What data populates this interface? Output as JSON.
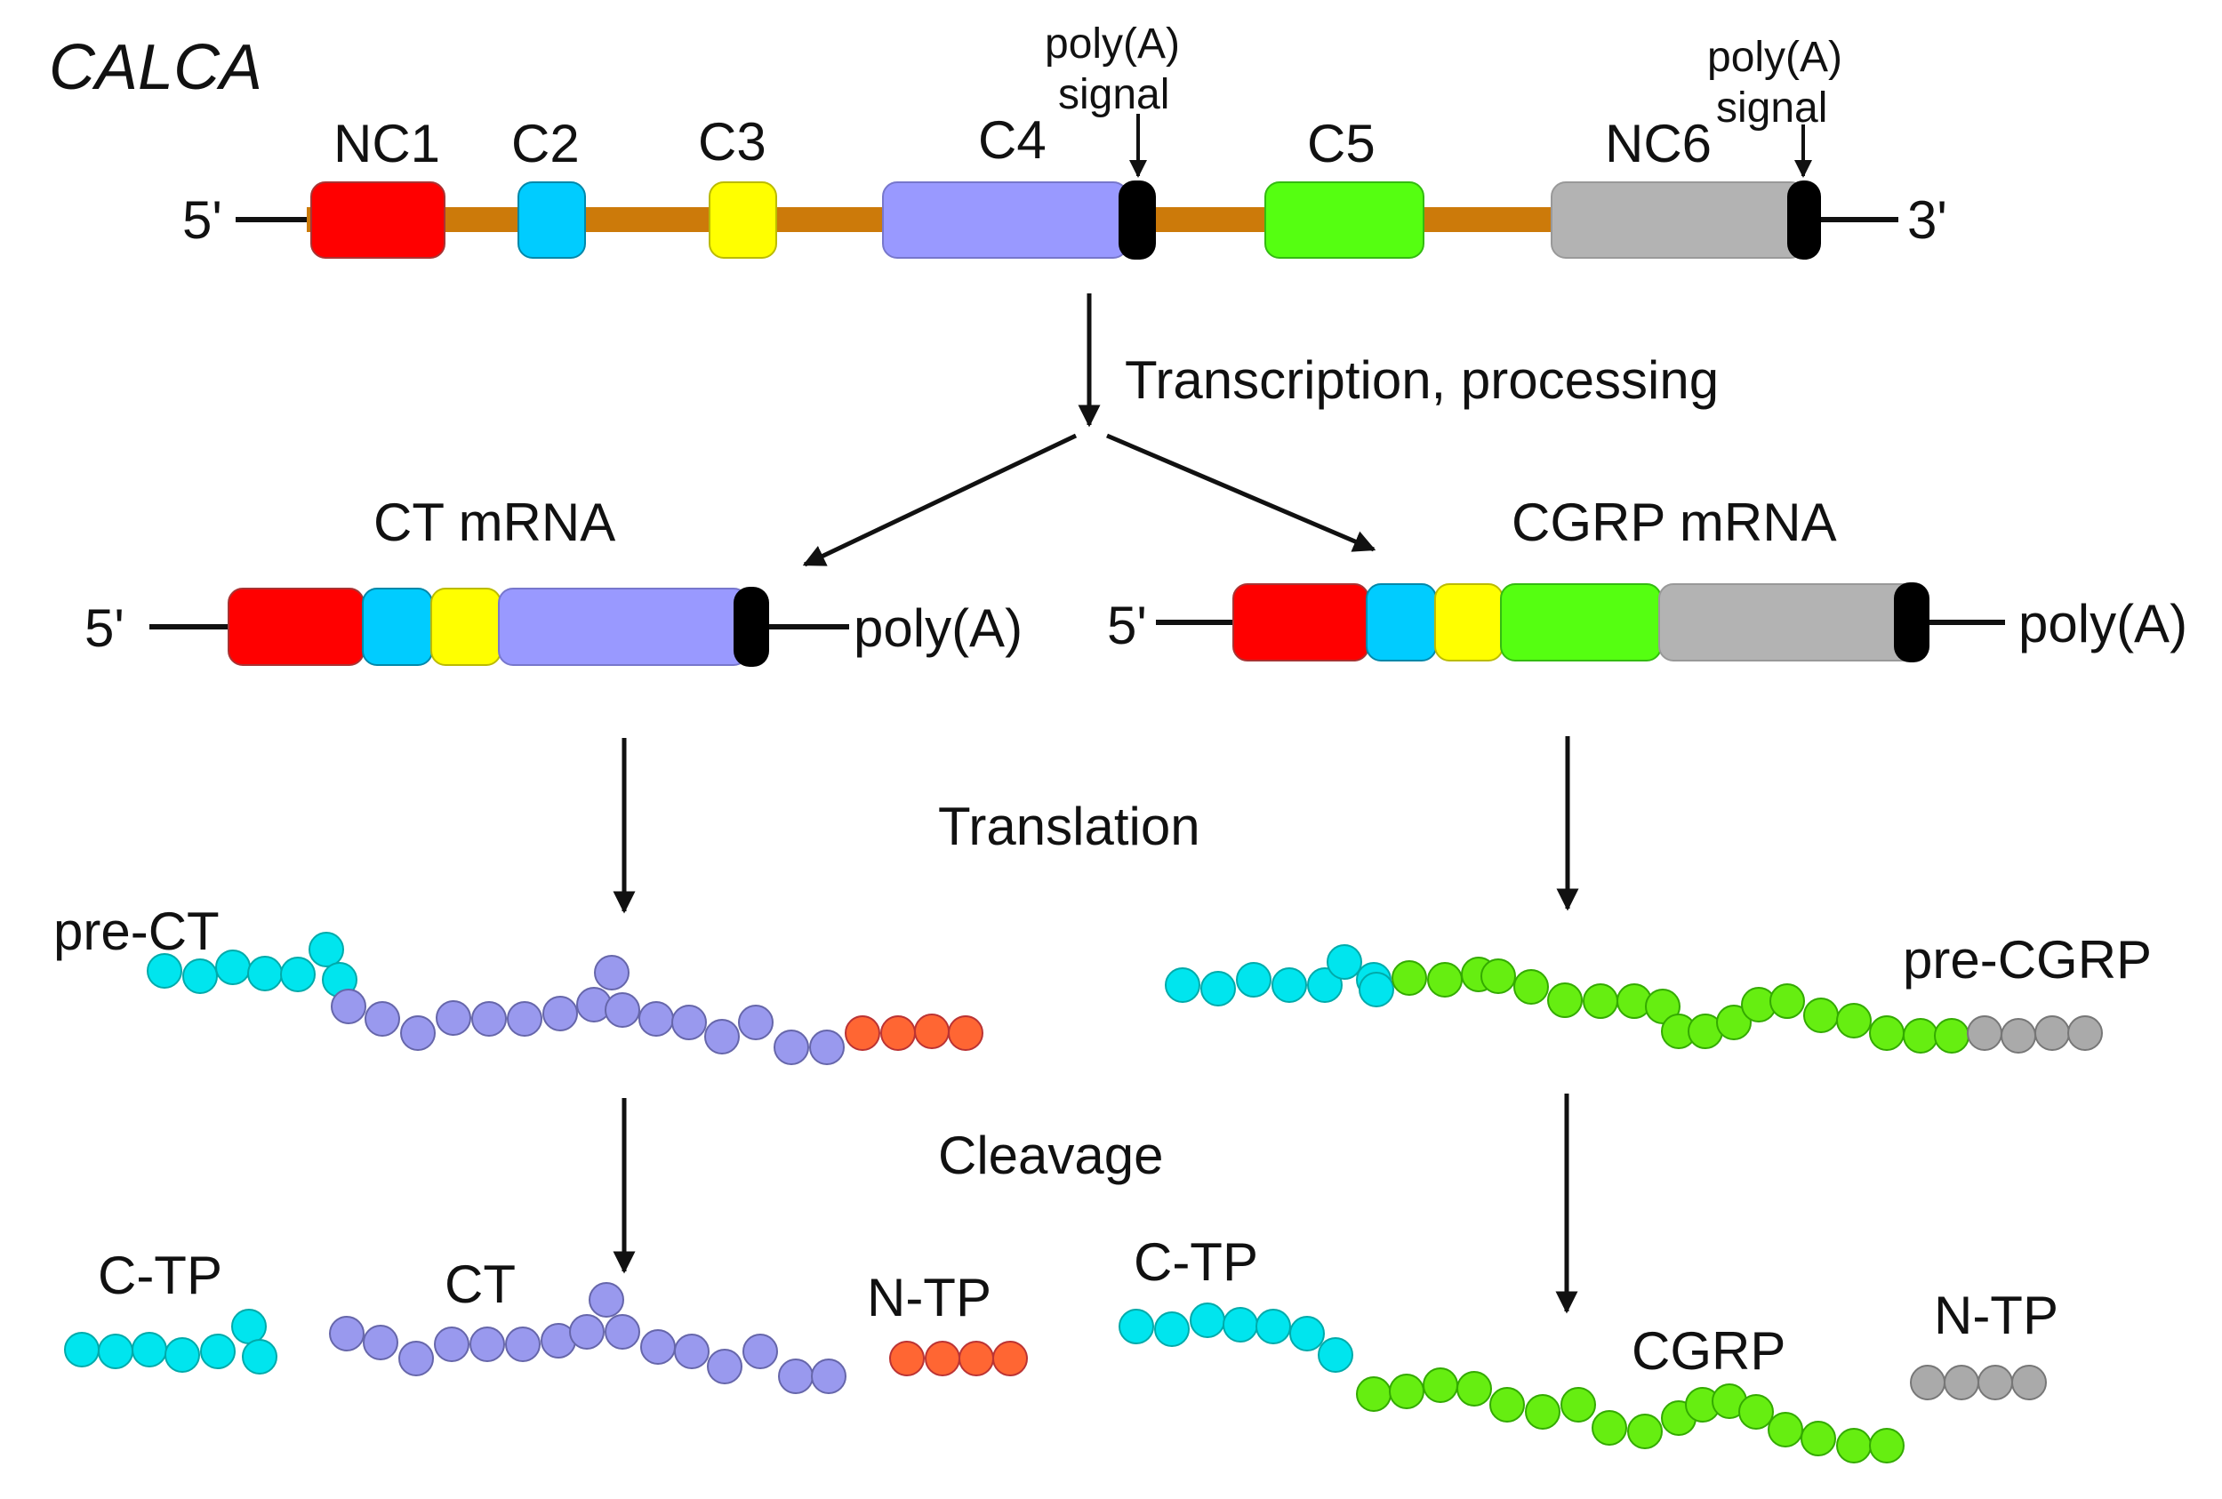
{
  "gene": {
    "name": "CALCA",
    "five_prime": "5'",
    "three_prime": "3'",
    "exons": [
      {
        "id": "NC1",
        "label": "NC1",
        "color": "#ff0000"
      },
      {
        "id": "C2",
        "label": "C2",
        "color": "#00ccff"
      },
      {
        "id": "C3",
        "label": "C3",
        "color": "#ffff00"
      },
      {
        "id": "C4",
        "label": "C4",
        "color": "#9999ff"
      },
      {
        "id": "C5",
        "label": "C5",
        "color": "#55ff11"
      },
      {
        "id": "NC6",
        "label": "NC6",
        "color": "#b3b3b3"
      }
    ],
    "polyA_signal": {
      "line1": "poly(A)",
      "line2": "signal"
    },
    "intron_color": "#cc7a0a",
    "signal_color": "#000000"
  },
  "steps": {
    "transcription": "Transcription, processing",
    "translation": "Translation",
    "cleavage": "Cleavage"
  },
  "mrna": {
    "ct": {
      "title": "CT mRNA",
      "five_prime": "5'",
      "tail": "poly(A)"
    },
    "cgrp": {
      "title": "CGRP mRNA",
      "five_prime": "5'",
      "tail": "poly(A)"
    }
  },
  "precursors": {
    "pre_ct": "pre-CT",
    "pre_cgrp": "pre-CGRP"
  },
  "products": {
    "ct_side": {
      "ctp": "C-TP",
      "ct": "CT",
      "ntp": "N-TP"
    },
    "cgrp_side": {
      "ctp": "C-TP",
      "cgrp": "CGRP",
      "ntp": "N-TP"
    }
  },
  "bead_colors": {
    "cyan": "#00e5ee",
    "lavender": "#9999ee",
    "orange": "#ff6633",
    "green": "#66ee11",
    "gray": "#aaaaaa"
  }
}
